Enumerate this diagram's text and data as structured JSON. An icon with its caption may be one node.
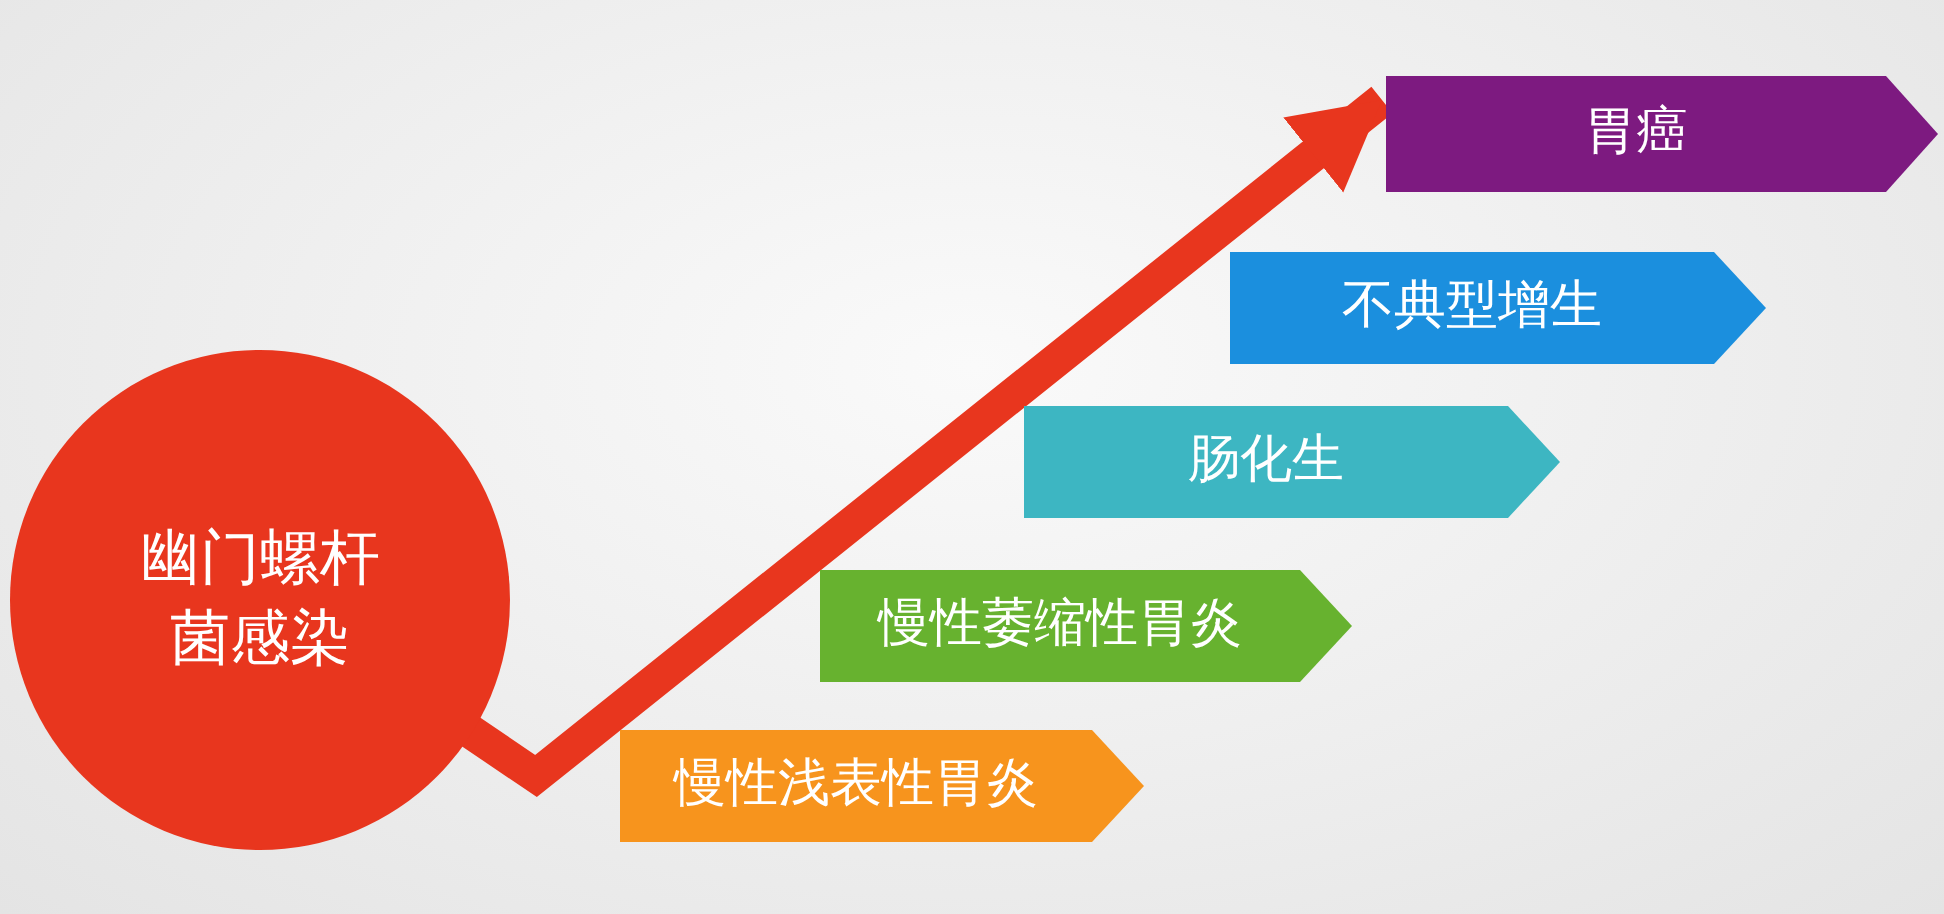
{
  "diagram": {
    "nodes": [
      {
        "text": [
          "幽门螺杆菌感染"
        ]
      },
      {
        "text": [
          "慢性浅表性胃炎"
        ]
      },
      {
        "text": [
          "慢性萎缩性胃炎"
        ]
      },
      {
        "text": [
          "肠化生"
        ]
      },
      {
        "text": [
          "不典型增生"
        ]
      },
      {
        "text": [
          "胃癌"
        ]
      }
    ],
    "edges": [
      {
        "from": 0,
        "to": 5,
        "arrow": "to"
      }
    ]
  }
}
